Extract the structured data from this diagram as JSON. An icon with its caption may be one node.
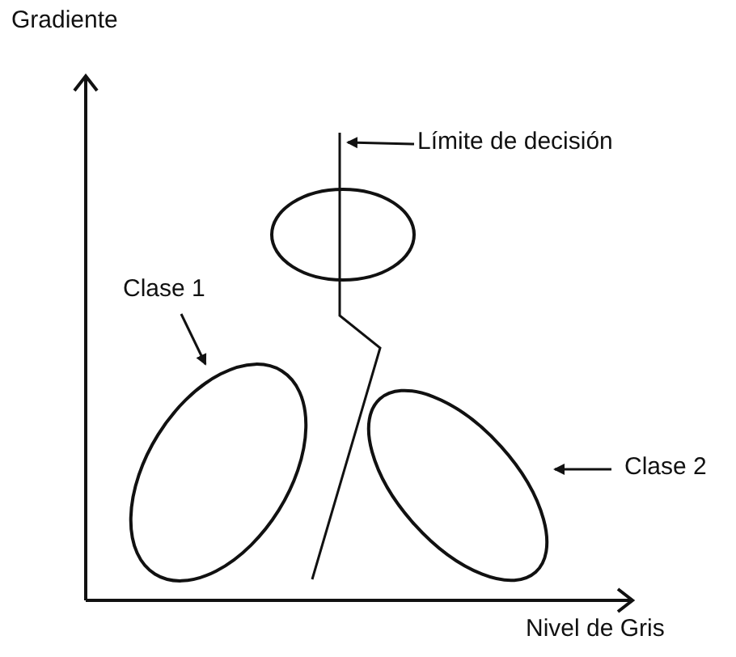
{
  "diagram": {
    "nodes": [
      {
        "text": [
          "Límite de decisión"
        ]
      },
      {
        "text": [],
        "shape": "line"
      },
      {
        "text": [],
        "shape": "ellipse"
      },
      {
        "text": [
          "Clase 1"
        ]
      },
      {
        "text": [],
        "shape": "ellipse"
      },
      {
        "text": [],
        "shape": "ellipse"
      },
      {
        "text": [
          "Clase 2"
        ]
      }
    ],
    "edges": [
      {
        "from": 0,
        "to": 1,
        "arrow": "to"
      },
      {
        "from": 3,
        "to": 4,
        "arrow": "to"
      },
      {
        "from": 6,
        "to": 5,
        "arrow": "to"
      }
    ],
    "labels": [
      "Gradiente",
      "Nivel de Gris"
    ]
  }
}
